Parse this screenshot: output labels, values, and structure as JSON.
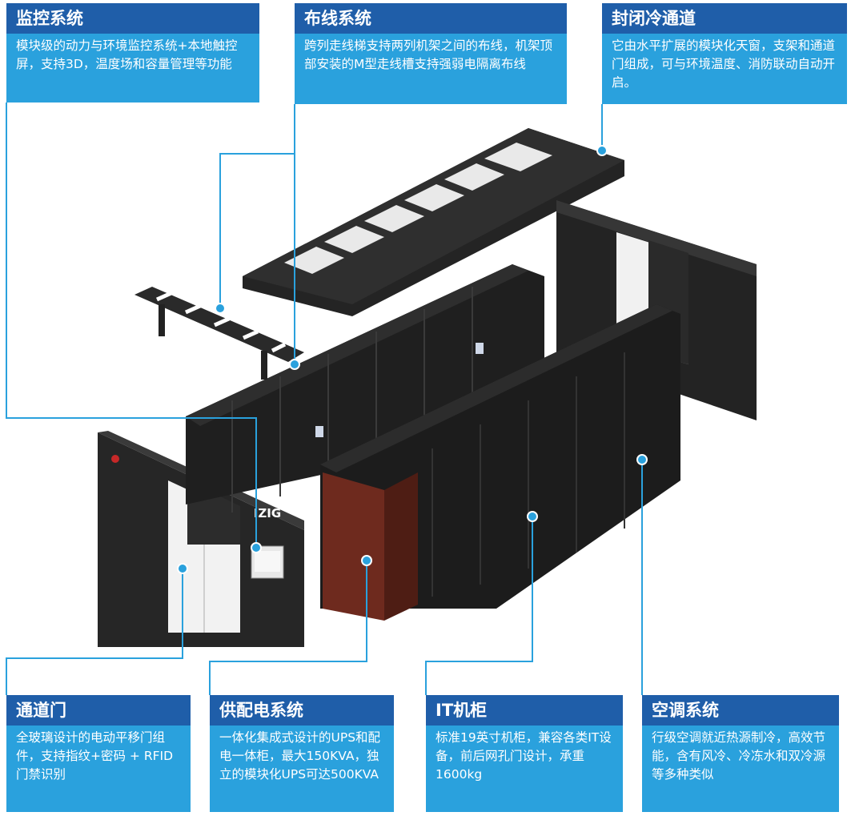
{
  "colors": {
    "title_bar": "#1f5ea9",
    "body_bg": "#2aa1dd",
    "leader_line": "#2aa1dd",
    "cabinet_dark": "#232323",
    "power_cabinet": "#6e2a1e"
  },
  "logo_text": "IZIG",
  "cards": {
    "monitoring": {
      "title": "监控系统",
      "text": "模块级的动力与环境监控系统+本地触控屏，支持3D，温度场和容量管理等功能"
    },
    "cabling": {
      "title": "布线系统",
      "text": "跨列走线梯支持两列机架之间的布线，机架顶部安装的M型走线槽支持强弱电隔离布线"
    },
    "cold_aisle": {
      "title": "封闭冷通道",
      "text": "它由水平扩展的模块化天窗，支架和通道门组成，可与环境温度、消防联动自动开启。"
    },
    "aisle_door": {
      "title": "通道门",
      "text": "全玻璃设计的电动平移门组件，支持指纹+密码 + RFID门禁识别"
    },
    "power": {
      "title": "供配电系统",
      "text": "一体化集成式设计的UPS和配电一体柜，最大150KVA，独立的模块化UPS可达500KVA"
    },
    "it_cabinet": {
      "title": "IT机柜",
      "text": "标准19英寸机柜，兼容各类IT设备，前后网孔门设计，承重1600kg"
    },
    "cooling": {
      "title": "空调系统",
      "text": "行级空调就近热源制冷，高效节能，含有风冷、冷冻水和双冷源等多种类似"
    }
  }
}
